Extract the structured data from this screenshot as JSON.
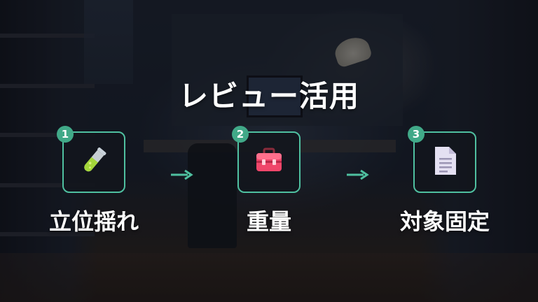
{
  "title": "レビュー活用",
  "steps": [
    {
      "number": "1",
      "label": "立位揺れ",
      "icon": "test-tube-icon"
    },
    {
      "number": "2",
      "label": "重量",
      "icon": "toolbox-icon"
    },
    {
      "number": "3",
      "label": "対象固定",
      "icon": "document-icon"
    }
  ],
  "colors": {
    "accent": "#4fc0a0",
    "badge": "#41a988",
    "text": "#ffffff"
  }
}
